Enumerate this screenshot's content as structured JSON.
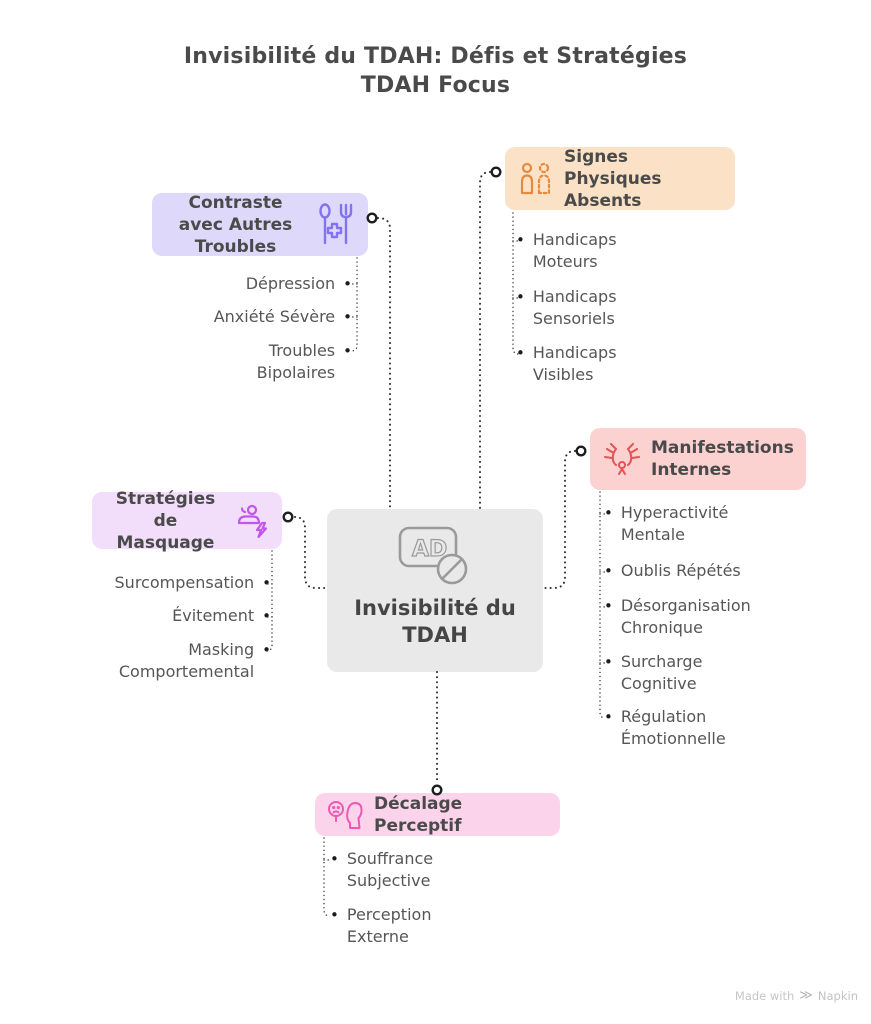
{
  "title": {
    "line1": "Invisibilité du TDAH: Défis et Stratégies",
    "line2": "TDAH Focus"
  },
  "center": {
    "label": "Invisibilité du TDAH",
    "icon_text": "AD",
    "icon": "ad-prohibited-icon",
    "bg": "#e9e9e9",
    "icon_color": "#9a9a9a"
  },
  "branches": {
    "signes": {
      "title": "Signes Physiques Absents",
      "icon": "two-people-one-faded",
      "bg": "#fbe2c6",
      "icon_color": "#e58a3e",
      "items": [
        "Handicaps Moteurs",
        "Handicaps Sensoriels",
        "Handicaps Visibles"
      ]
    },
    "contraste": {
      "title": "Contraste avec Autres Troubles",
      "icon": "spoon-fork-cross",
      "bg": "#ded9fa",
      "icon_color": "#8273f0",
      "items": [
        "Dépression",
        "Anxiété Sévère",
        "Troubles Bipolaires"
      ]
    },
    "manifestations": {
      "title": "Manifestations Internes",
      "icon": "stress-hands-person",
      "bg": "#fcd2d1",
      "icon_color": "#e25658",
      "items": [
        "Hyperactivité Mentale",
        "Oublis Répétés",
        "Désorganisation Chronique",
        "Surcharge Cognitive",
        "Régulation Émotionnelle"
      ]
    },
    "masquage": {
      "title": "Stratégies de Masquage",
      "icon": "two-people-lightning",
      "bg": "#f2defa",
      "icon_color": "#c157e8",
      "items": [
        "Surcompensation",
        "Évitement",
        "Masking Comportemental"
      ]
    },
    "decalage": {
      "title": "Décalage Perceptif",
      "icon": "sad-face-head-profile",
      "bg": "#fbd4ec",
      "icon_color": "#ee58b5",
      "items": [
        "Souffrance Subjective",
        "Perception Externe"
      ]
    }
  },
  "watermark": {
    "prefix": "Made with",
    "glyph": "≫",
    "brand": "Napkin"
  },
  "colors": {
    "background": "#ffffff",
    "title_text": "#4a4a4a",
    "item_text": "#565656",
    "connector": "#2e2e2e"
  }
}
